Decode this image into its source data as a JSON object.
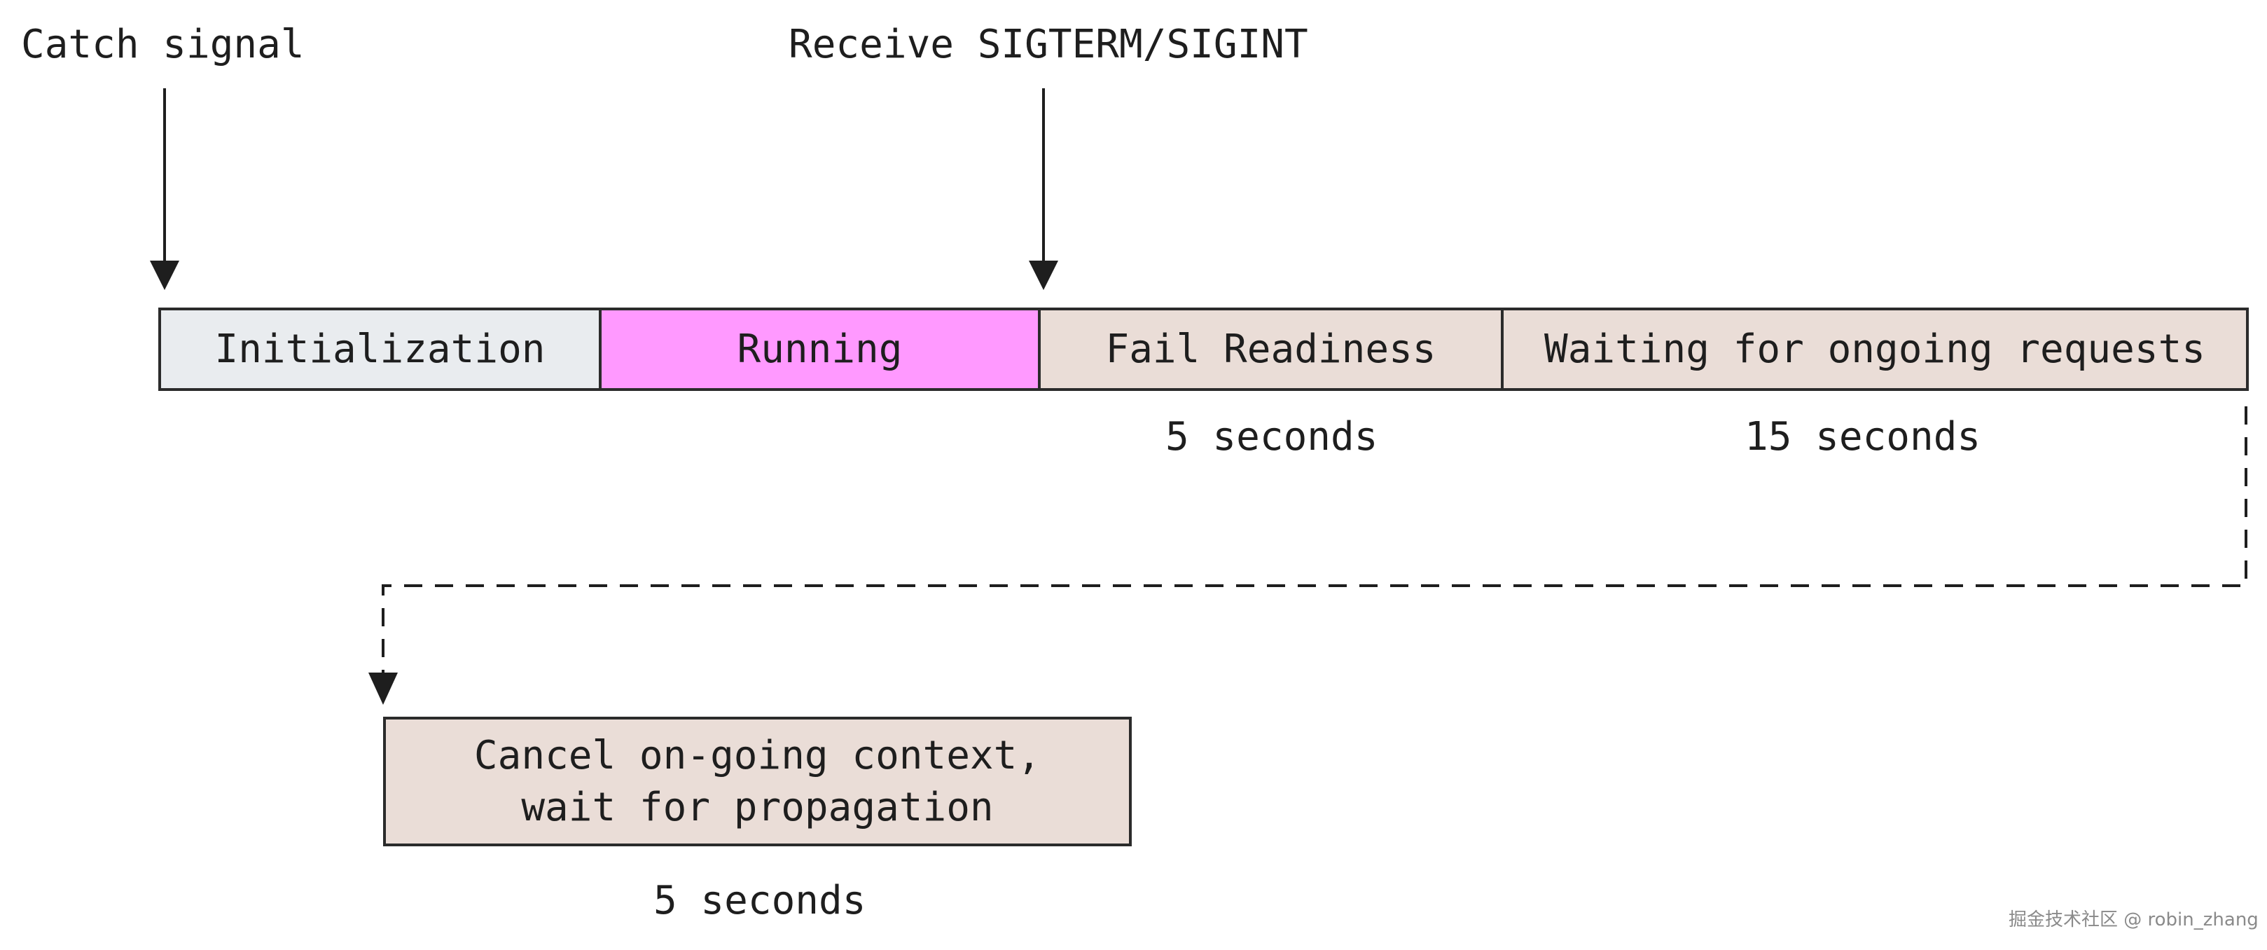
{
  "signals": {
    "catch": "Catch signal",
    "receive": "Receive SIGTERM/SIGINT"
  },
  "phases": [
    {
      "label": "Initialization",
      "color": "#e9ecef"
    },
    {
      "label": "Running",
      "color": "#ff99ff"
    },
    {
      "label": "Fail Readiness",
      "color": "#eaddd7",
      "duration": "5 seconds"
    },
    {
      "label": "Waiting for ongoing requests",
      "color": "#eaddd7",
      "duration": "15 seconds"
    }
  ],
  "final_phase": {
    "line1": "Cancel on-going context,",
    "line2": "wait for propagation",
    "color": "#eaddd7",
    "duration": "5 seconds"
  },
  "watermark": "掘金技术社区 @ robin_zhang"
}
